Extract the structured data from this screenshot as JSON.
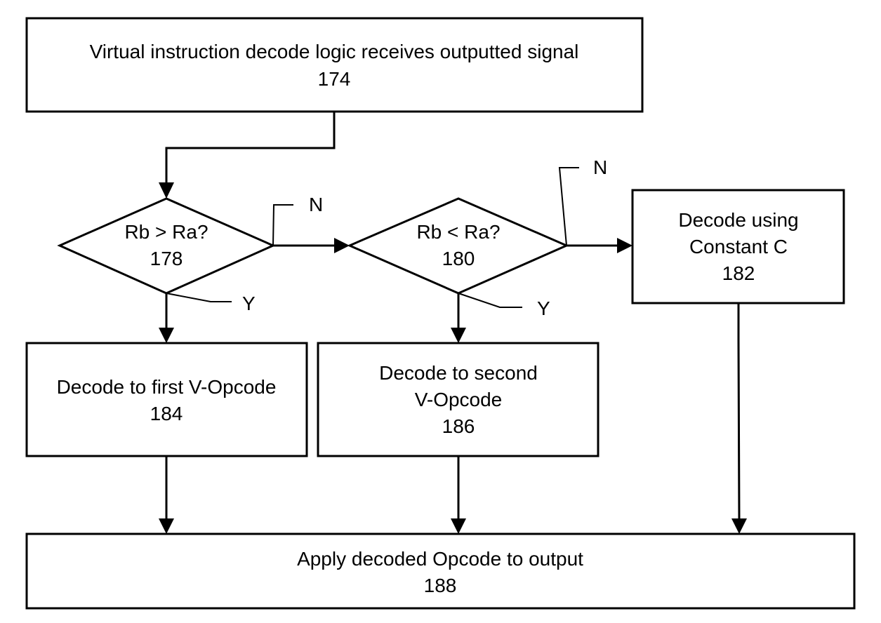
{
  "nodes": {
    "start": {
      "lines": [
        "Virtual instruction decode logic receives outputted signal",
        "174"
      ]
    },
    "d178": {
      "lines": [
        "Rb > Ra?",
        "178"
      ]
    },
    "d180": {
      "lines": [
        "Rb < Ra?",
        "180"
      ]
    },
    "b182": {
      "lines": [
        "Decode using",
        "Constant C",
        "182"
      ]
    },
    "b184": {
      "lines": [
        "Decode to first V-Opcode",
        "184"
      ]
    },
    "b186": {
      "lines": [
        "Decode to second",
        "V-Opcode",
        "186"
      ]
    },
    "b188": {
      "lines": [
        "Apply decoded Opcode to output",
        "188"
      ]
    }
  },
  "branch_labels": {
    "d178_no": "N",
    "d178_yes": "Y",
    "d180_no": "N",
    "d180_yes": "Y"
  }
}
